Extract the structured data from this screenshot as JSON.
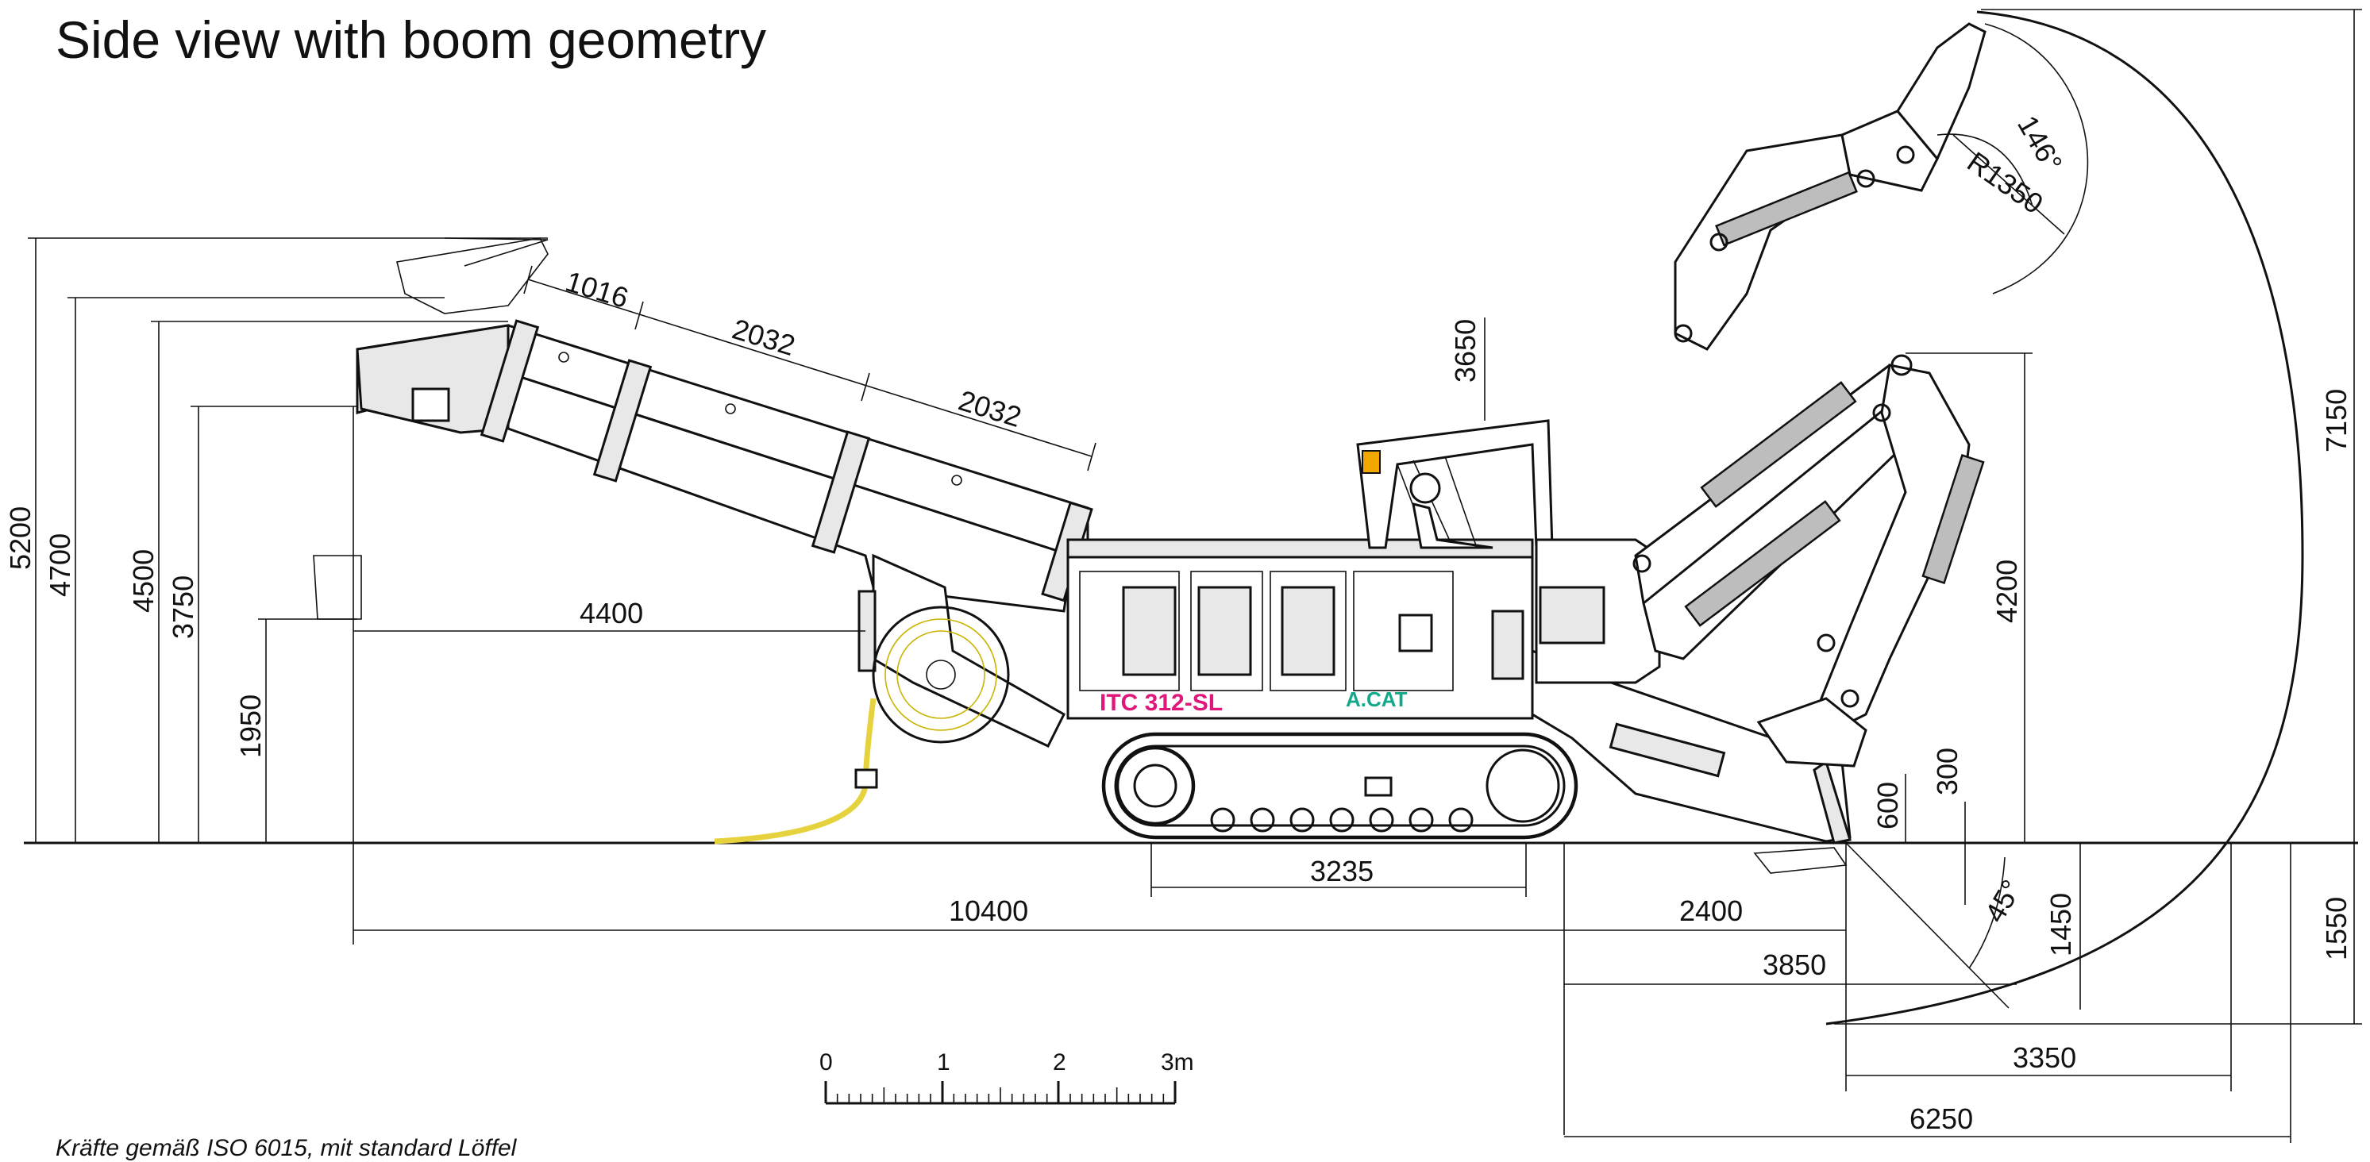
{
  "drawing": {
    "title": "Side view with boom geometry",
    "footnote": "Kräfte gemäß ISO 6015, mit standard Löffel"
  },
  "dimensions": {
    "left_heights": [
      "5200",
      "4700",
      "4500",
      "3750",
      "1950"
    ],
    "conveyor_segments": [
      "1016",
      "2032",
      "2032"
    ],
    "conveyor_reach": "4400",
    "roof_clearance": "3650",
    "boom_height": "4200",
    "max_reach_height": "7150",
    "bucket_radius": "R1350",
    "bucket_angle": "146°",
    "blade_height": "600",
    "blade_lift": "300",
    "dig_angle": "45°",
    "track_length": "3235",
    "overall_length": "10400",
    "front_reach_2400": "2400",
    "front_reach_3850": "3850",
    "front_reach_3350": "3350",
    "front_reach_6250": "6250",
    "dig_depth_1450": "1450",
    "dig_depth_1550": "1550"
  },
  "scale_bar": {
    "labels": [
      "0",
      "1",
      "2",
      "3m"
    ]
  },
  "branding": {
    "model": "ITC 312-SL",
    "logo_text": "A.CAT"
  },
  "colors": {
    "line": "#111111",
    "hose": "#e6d23c",
    "model_mark": "#e0177a",
    "logo_mark": "#12a88a",
    "beacon": "#f0a800"
  }
}
